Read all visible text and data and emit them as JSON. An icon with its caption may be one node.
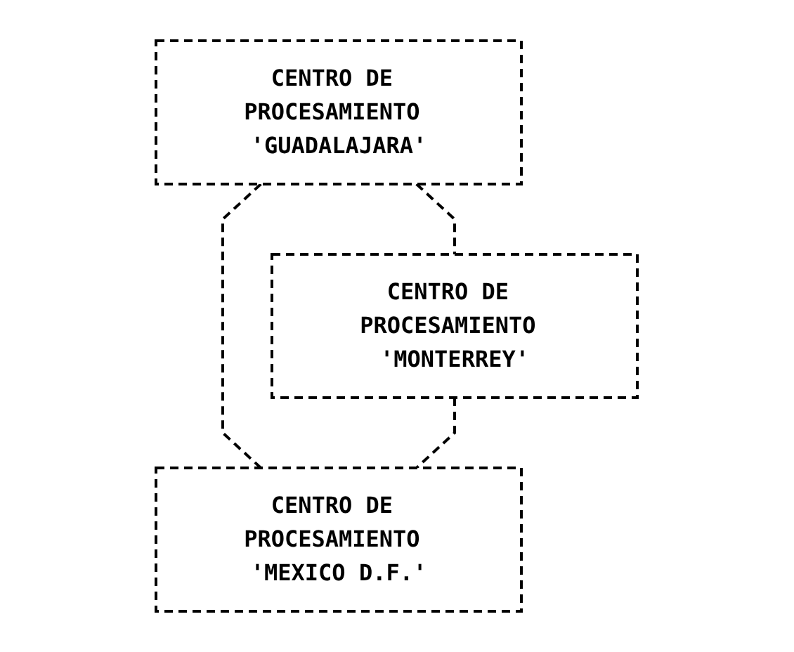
{
  "diagram": {
    "nodes": [
      {
        "text": [
          "CENTRO DE PROCESAMIENTO 'GUADALAJARA'"
        ]
      },
      {
        "text": [
          "CENTRO DE PROCESAMIENTO 'MONTERREY'"
        ]
      },
      {
        "text": [
          "CENTRO DE PROCESAMIENTO 'MEXICO D.F.'"
        ]
      }
    ],
    "edges": [
      {
        "from": 0,
        "to": 1,
        "arrow": "none",
        "style": "dashed"
      },
      {
        "from": 0,
        "to": 2,
        "arrow": "none",
        "style": "dashed"
      },
      {
        "from": 1,
        "to": 2,
        "arrow": "none",
        "style": "dashed"
      }
    ]
  }
}
